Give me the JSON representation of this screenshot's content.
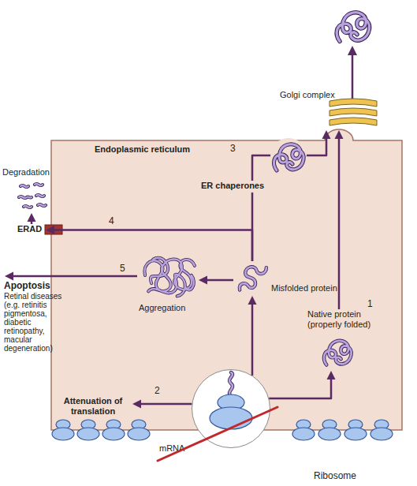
{
  "diagram": {
    "nodes": [
      {
        "text": [
          "Golgi complex"
        ]
      },
      {
        "text": [
          "Endoplasmic reticulum"
        ]
      },
      {
        "text": [
          "Degradation"
        ]
      },
      {
        "text": [
          "ERAD"
        ]
      },
      {
        "text": [
          "ER chaperones"
        ],
        "in": 1
      },
      {
        "text": [
          "Misfolded protein"
        ],
        "in": 1
      },
      {
        "text": [
          "Apoptosis",
          "Retinal diseases (e.g. retinitis pigmentosa, diabetic retinopathy, macular degeneration)"
        ]
      },
      {
        "text": [
          "Aggregation"
        ],
        "in": 1
      },
      {
        "text": [
          "Native protein (properly folded)"
        ],
        "in": 1
      },
      {
        "text": [
          "Attenuation of translation"
        ],
        "in": 1
      },
      {
        "text": [
          "mRNA"
        ]
      }
    ],
    "edges": [
      {
        "from": 10,
        "to": 5,
        "arrow": "to"
      },
      {
        "from": 10,
        "to": 8,
        "arrow": "to"
      },
      {
        "from": 10,
        "to": 9,
        "label": "2",
        "arrow": "to"
      },
      {
        "from": 8,
        "to": 0,
        "label": "1",
        "arrow": "to"
      },
      {
        "from": 5,
        "to": 4,
        "arrow": "none"
      },
      {
        "from": 4,
        "to": 0,
        "label": "3",
        "arrow": "to"
      },
      {
        "from": 5,
        "to": 3,
        "label": "4",
        "arrow": "to"
      },
      {
        "from": 3,
        "to": 2,
        "arrow": "to"
      },
      {
        "from": 5,
        "to": 7,
        "arrow": "to"
      },
      {
        "from": 7,
        "to": 6,
        "label": "5",
        "arrow": "to"
      }
    ],
    "labels": [
      "Ribosome"
    ]
  }
}
